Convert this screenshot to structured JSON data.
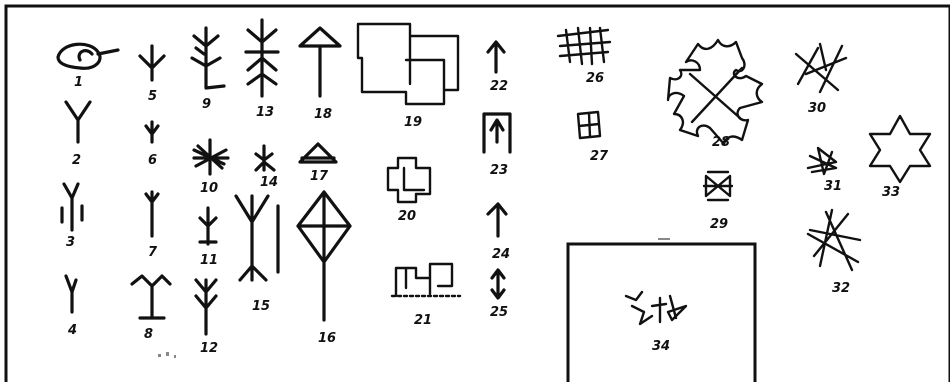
{
  "labels": {
    "l1": "1",
    "l2": "2",
    "l3": "3",
    "l4": "4",
    "l5": "5",
    "l6": "6",
    "l7": "7",
    "l8": "8",
    "l9": "9",
    "l10": "10",
    "l11": "11",
    "l12": "12",
    "l13": "13",
    "l14": "14",
    "l15": "15",
    "l16": "16",
    "l17": "17",
    "l18": "18",
    "l19": "19",
    "l20": "20",
    "l21": "21",
    "l22": "22",
    "l23": "23",
    "l24": "24",
    "l25": "25",
    "l26": "26",
    "l27": "27",
    "l28": "28",
    "l29": "29",
    "l30": "30",
    "l31": "31",
    "l32": "32",
    "l33": "33",
    "l34": "34"
  },
  "colors": {
    "ink": "#111111",
    "paper": "#ffffff"
  }
}
